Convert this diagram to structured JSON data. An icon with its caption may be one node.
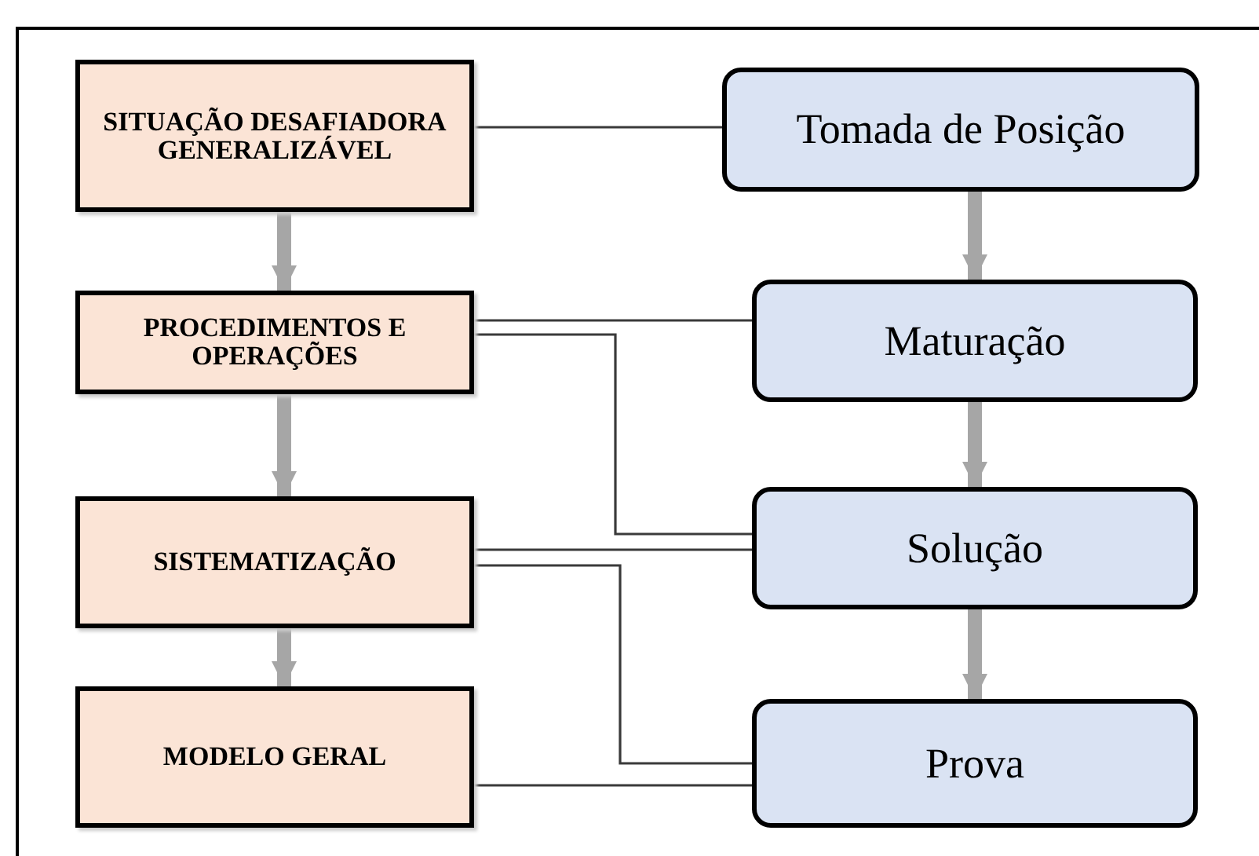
{
  "diagram": {
    "nodes": [
      {
        "text": [
          "SITUAÇÃO DESAFIADORA GENERALIZÁVEL"
        ]
      },
      {
        "text": [
          "Tomada de Posição"
        ]
      },
      {
        "text": [
          "PROCEDIMENTOS E OPERAÇÕES"
        ]
      },
      {
        "text": [
          "Maturação"
        ]
      },
      {
        "text": [
          "SISTEMATIZAÇÃO"
        ]
      },
      {
        "text": [
          "Solução"
        ]
      },
      {
        "text": [
          "MODELO GERAL"
        ]
      },
      {
        "text": [
          "Prova"
        ]
      }
    ],
    "edges": [
      {
        "from": 0,
        "to": 1,
        "arrow": "none"
      },
      {
        "from": 2,
        "to": 3,
        "arrow": "none"
      },
      {
        "from": 2,
        "to": 5,
        "arrow": "none"
      },
      {
        "from": 4,
        "to": 5,
        "arrow": "none"
      },
      {
        "from": 4,
        "to": 7,
        "arrow": "none"
      },
      {
        "from": 6,
        "to": 7,
        "arrow": "none"
      },
      {
        "from": 0,
        "to": 2,
        "arrow": "to",
        "style": "thick",
        "color": "#a6a6a6"
      },
      {
        "from": 2,
        "to": 4,
        "arrow": "to",
        "style": "thick",
        "color": "#a6a6a6"
      },
      {
        "from": 4,
        "to": 6,
        "arrow": "to",
        "style": "thick",
        "color": "#a6a6a6"
      },
      {
        "from": 1,
        "to": 3,
        "arrow": "to",
        "style": "thick",
        "color": "#a6a6a6"
      },
      {
        "from": 3,
        "to": 5,
        "arrow": "to",
        "style": "thick",
        "color": "#a6a6a6"
      },
      {
        "from": 5,
        "to": 7,
        "arrow": "to",
        "style": "thick",
        "color": "#a6a6a6"
      }
    ]
  }
}
